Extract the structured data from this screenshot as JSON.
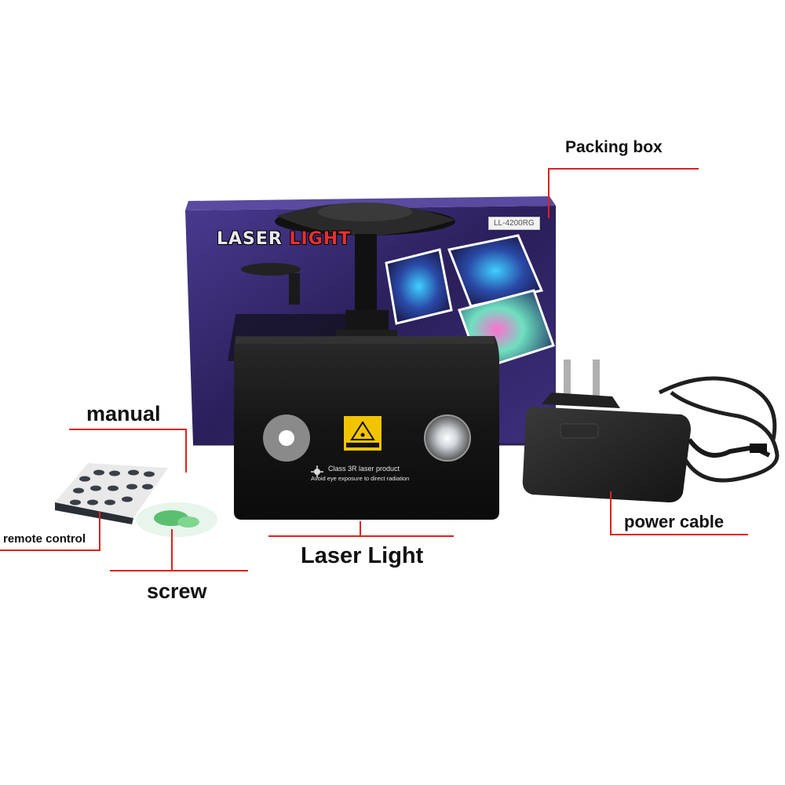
{
  "labels": {
    "packing_box": "Packing box",
    "manual": "manual",
    "remote_control": "remote control",
    "screw": "screw",
    "laser_light": "Laser Light",
    "power_cable": "power cable"
  },
  "box": {
    "logo_main": "LASER ",
    "logo_accent": "LIGHT",
    "model": "LL-4200RG"
  },
  "device": {
    "class_line": "Class 3R laser product",
    "warning_line": "Avoid eye exposure to direct radiation"
  },
  "colors": {
    "callout_line": "#e02020",
    "box_purple": "#3a2a6e",
    "device_body": "#1c1c1c"
  }
}
